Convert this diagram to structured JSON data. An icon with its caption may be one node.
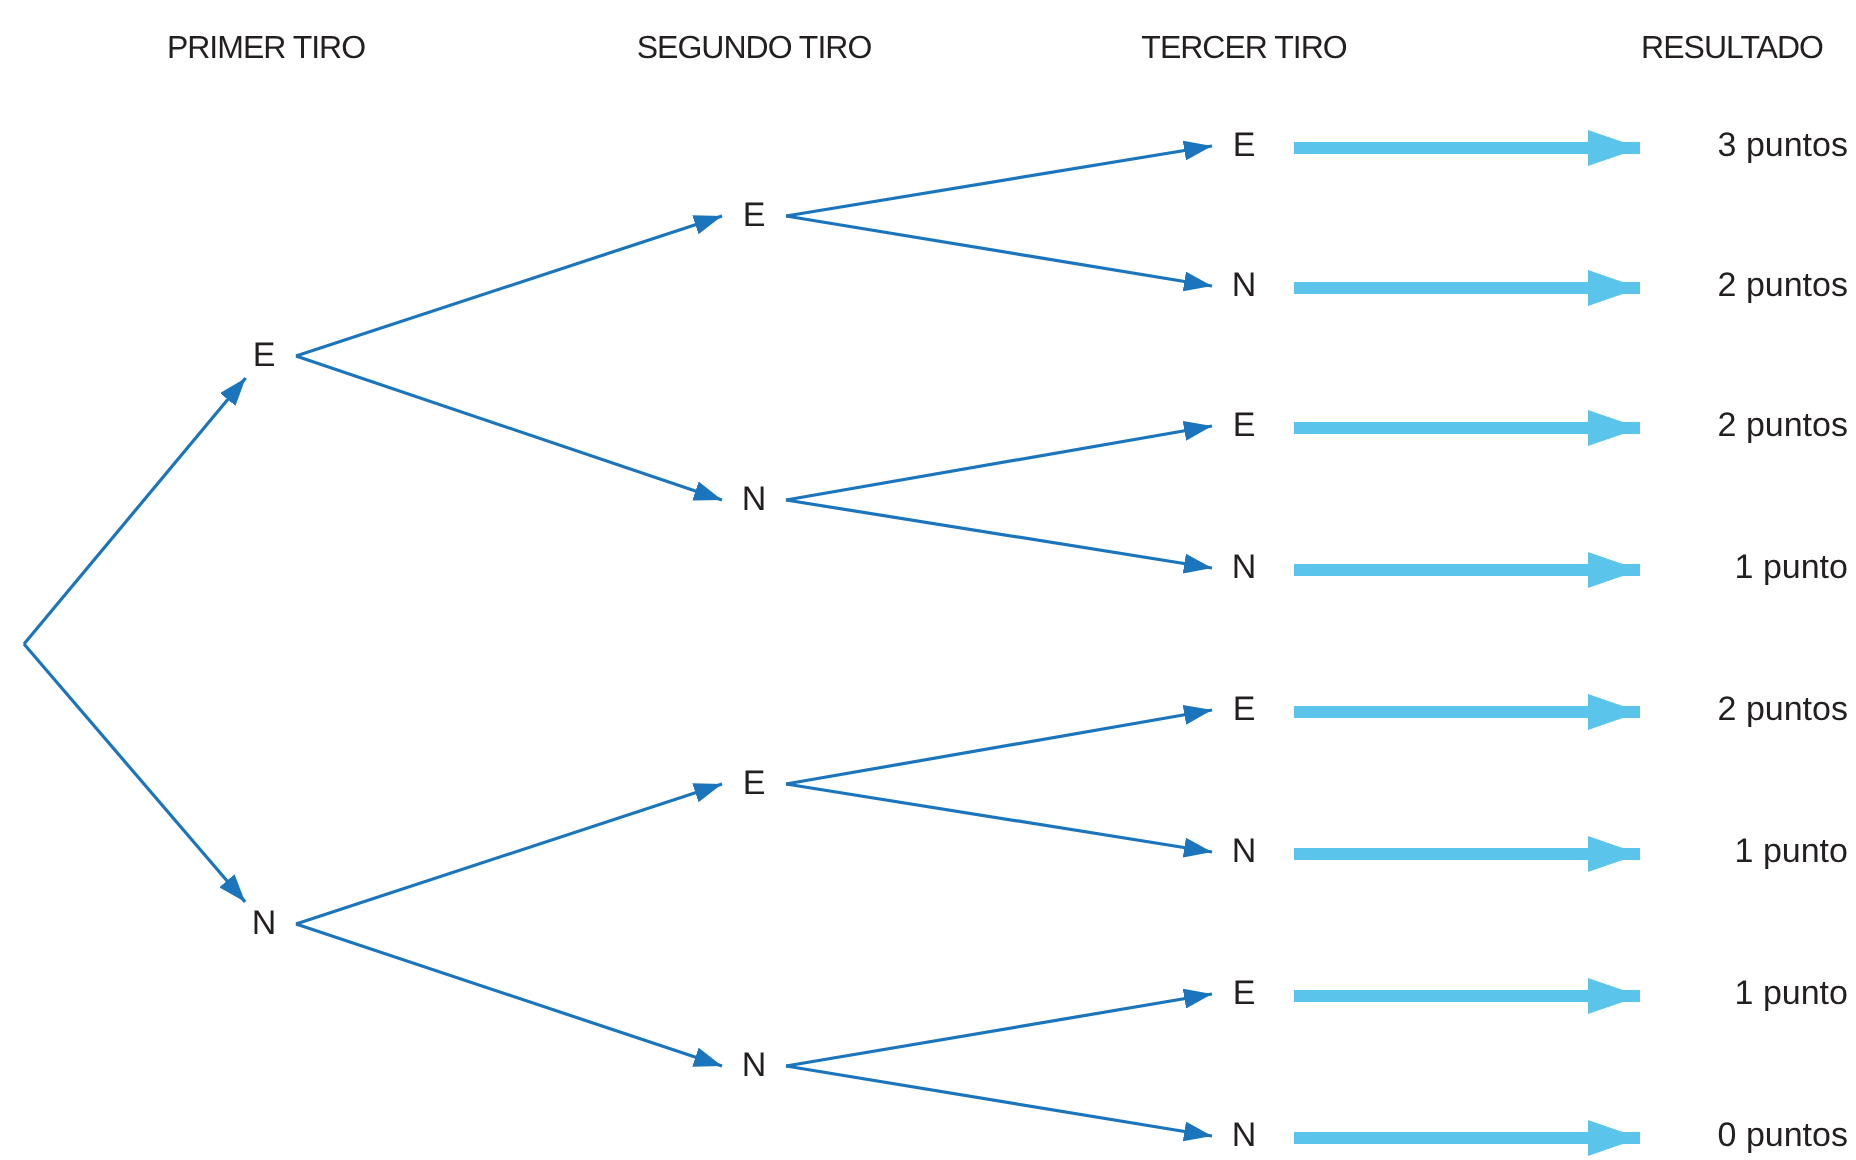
{
  "diagram": {
    "nodes": [
      {
        "text": [
          "E"
        ]
      },
      {
        "text": [
          "N"
        ]
      },
      {
        "text": [
          "E"
        ]
      },
      {
        "text": [
          "N"
        ]
      },
      {
        "text": [
          "E"
        ]
      },
      {
        "text": [
          "N"
        ]
      },
      {
        "text": [
          "E"
        ]
      },
      {
        "text": [
          "N"
        ]
      },
      {
        "text": [
          "E"
        ]
      },
      {
        "text": [
          "N"
        ]
      },
      {
        "text": [
          "E"
        ]
      },
      {
        "text": [
          "N"
        ]
      },
      {
        "text": [
          "E"
        ]
      },
      {
        "text": [
          "N"
        ]
      },
      {
        "text": [
          "3 puntos"
        ]
      },
      {
        "text": [
          "2 puntos"
        ]
      },
      {
        "text": [
          "2 puntos"
        ]
      },
      {
        "text": [
          "1 punto"
        ]
      },
      {
        "text": [
          "2 puntos"
        ]
      },
      {
        "text": [
          "1 punto"
        ]
      },
      {
        "text": [
          "1 punto"
        ]
      },
      {
        "text": [
          "0 puntos"
        ]
      }
    ],
    "edges": [
      {
        "from": null,
        "to": 0,
        "arrow": "to"
      },
      {
        "from": null,
        "to": 1,
        "arrow": "to"
      },
      {
        "from": 0,
        "to": 2,
        "arrow": "to"
      },
      {
        "from": 0,
        "to": 3,
        "arrow": "to"
      },
      {
        "from": 1,
        "to": 4,
        "arrow": "to"
      },
      {
        "from": 1,
        "to": 5,
        "arrow": "to"
      },
      {
        "from": 2,
        "to": 6,
        "arrow": "to"
      },
      {
        "from": 2,
        "to": 7,
        "arrow": "to"
      },
      {
        "from": 3,
        "to": 8,
        "arrow": "to"
      },
      {
        "from": 3,
        "to": 9,
        "arrow": "to"
      },
      {
        "from": 4,
        "to": 10,
        "arrow": "to"
      },
      {
        "from": 4,
        "to": 11,
        "arrow": "to"
      },
      {
        "from": 5,
        "to": 12,
        "arrow": "to"
      },
      {
        "from": 5,
        "to": 13,
        "arrow": "to"
      },
      {
        "from": 6,
        "to": 14,
        "arrow": "to",
        "style": "thick",
        "color": "#5bc4ea"
      },
      {
        "from": 7,
        "to": 15,
        "arrow": "to",
        "style": "thick",
        "color": "#5bc4ea"
      },
      {
        "from": 8,
        "to": 16,
        "arrow": "to",
        "style": "thick",
        "color": "#5bc4ea"
      },
      {
        "from": 9,
        "to": 17,
        "arrow": "to",
        "style": "thick",
        "color": "#5bc4ea"
      },
      {
        "from": 10,
        "to": 18,
        "arrow": "to",
        "style": "thick",
        "color": "#5bc4ea"
      },
      {
        "from": 11,
        "to": 19,
        "arrow": "to",
        "style": "thick",
        "color": "#5bc4ea"
      },
      {
        "from": 12,
        "to": 20,
        "arrow": "to",
        "style": "thick",
        "color": "#5bc4ea"
      },
      {
        "from": 13,
        "to": 21,
        "arrow": "to",
        "style": "thick",
        "color": "#5bc4ea"
      }
    ],
    "labels": [
      "PRIMER TIRO",
      "SEGUNDO TIRO",
      "TERCER TIRO",
      "RESULTADO"
    ]
  }
}
